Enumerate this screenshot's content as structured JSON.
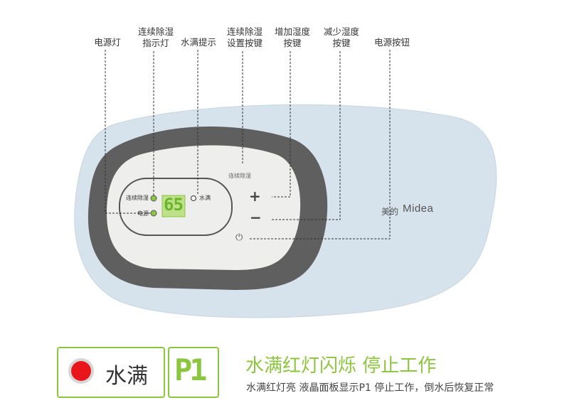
{
  "callouts": {
    "power_light": "电源灯",
    "continuous_light": "连续除湿\n指示灯",
    "water_full_hint": "水满提示",
    "continuous_button": "连续除湿\n设置按键",
    "increase_button": "增加湿度\n按键",
    "decrease_button": "减少湿度\n按键",
    "power_button": "电源按钮"
  },
  "panel": {
    "continuous_text": "连续除湿",
    "continuous_indicator": "连续除湿",
    "power_indicator": "电源",
    "water_full_indicator": "水满",
    "display_value": "65",
    "plus_symbol": "+",
    "minus_symbol": "−",
    "power_symbol": "⏻"
  },
  "brand": {
    "chinese": "美的",
    "english": "Midea"
  },
  "status": {
    "water_full_label": "水满",
    "display_code": "P1"
  },
  "caption": {
    "title": "水满红灯闪烁 停止工作",
    "subtitle": "水满红灯亮 液晶面板显示P1 停止工作，倒水后恢复正常"
  },
  "colors": {
    "accent_green": "#8cc63f",
    "indicator_red": "#e8161b",
    "outer_shape": "#d6e3ec",
    "dark_ring": "#5f5f5f",
    "panel_face": "#eeeeec"
  }
}
